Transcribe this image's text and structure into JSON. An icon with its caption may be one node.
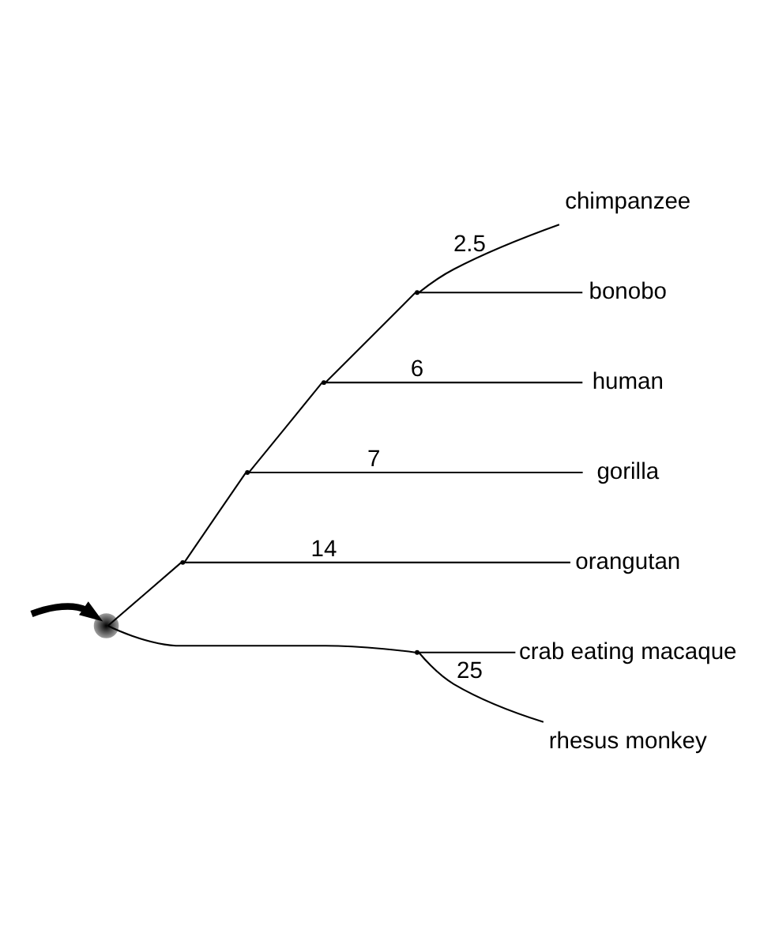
{
  "diagram": {
    "nodes": [
      {
        "text": [],
        "shape": "point"
      },
      {
        "text": [],
        "shape": "point"
      },
      {
        "text": [],
        "shape": "point"
      },
      {
        "text": [],
        "shape": "point"
      },
      {
        "text": [],
        "shape": "point"
      },
      {
        "text": [],
        "shape": "point"
      },
      {
        "text": [
          "human"
        ]
      },
      {
        "text": [
          "chimpanzee"
        ]
      },
      {
        "text": [
          "bonobo"
        ]
      },
      {
        "text": [
          "gorilla"
        ]
      },
      {
        "text": [
          "orangutan"
        ]
      },
      {
        "text": [
          "crab eating macaque"
        ]
      },
      {
        "text": [
          "rhesus monkey"
        ]
      }
    ],
    "edges": [
      {
        "from": null,
        "to": 0,
        "arrow": "to",
        "style": "thick"
      },
      {
        "from": 0,
        "to": 1,
        "arrow": "none"
      },
      {
        "from": 0,
        "to": 5,
        "arrow": "none"
      },
      {
        "from": 1,
        "to": 2,
        "arrow": "none"
      },
      {
        "from": 1,
        "to": 10,
        "arrow": "none",
        "label": "14"
      },
      {
        "from": 2,
        "to": 3,
        "arrow": "none"
      },
      {
        "from": 2,
        "to": 9,
        "arrow": "none",
        "label": "7"
      },
      {
        "from": 3,
        "to": 6,
        "arrow": "none",
        "label": "6"
      },
      {
        "from": 3,
        "to": 4,
        "arrow": "none"
      },
      {
        "from": 4,
        "to": 7,
        "arrow": "none",
        "label": "2.5"
      },
      {
        "from": 4,
        "to": 8,
        "arrow": "none"
      },
      {
        "from": 5,
        "to": 11,
        "arrow": "none"
      },
      {
        "from": 5,
        "to": 12,
        "arrow": "none",
        "label": "25"
      }
    ]
  }
}
